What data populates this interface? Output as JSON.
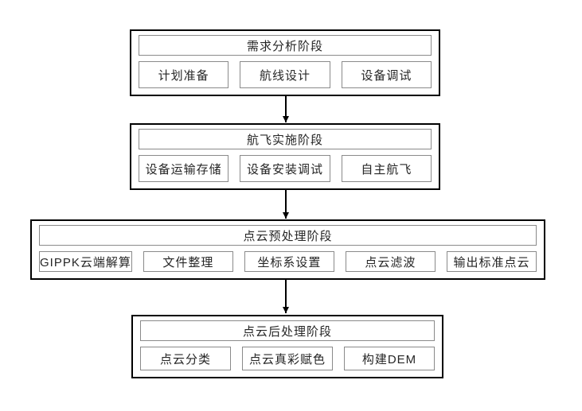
{
  "diagram": {
    "type": "flowchart",
    "background_color": "#ffffff",
    "outer_border_color": "#000000",
    "inner_border_color": "#8a8a8a",
    "arrow_color": "#000000",
    "flow_direction": "top-to-bottom",
    "stages": [
      {
        "title": "需求分析阶段",
        "steps": [
          "计划准备",
          "航线设计",
          "设备调试"
        ]
      },
      {
        "title": "航飞实施阶段",
        "steps": [
          "设备运输存储",
          "设备安装调试",
          "自主航飞"
        ]
      },
      {
        "title": "点云预处理阶段",
        "steps": [
          "GIPPK云端解算",
          "文件整理",
          "坐标系设置",
          "点云滤波",
          "输出标准点云"
        ]
      },
      {
        "title": "点云后处理阶段",
        "steps": [
          "点云分类",
          "点云真彩赋色",
          "构建DEM"
        ]
      }
    ]
  }
}
